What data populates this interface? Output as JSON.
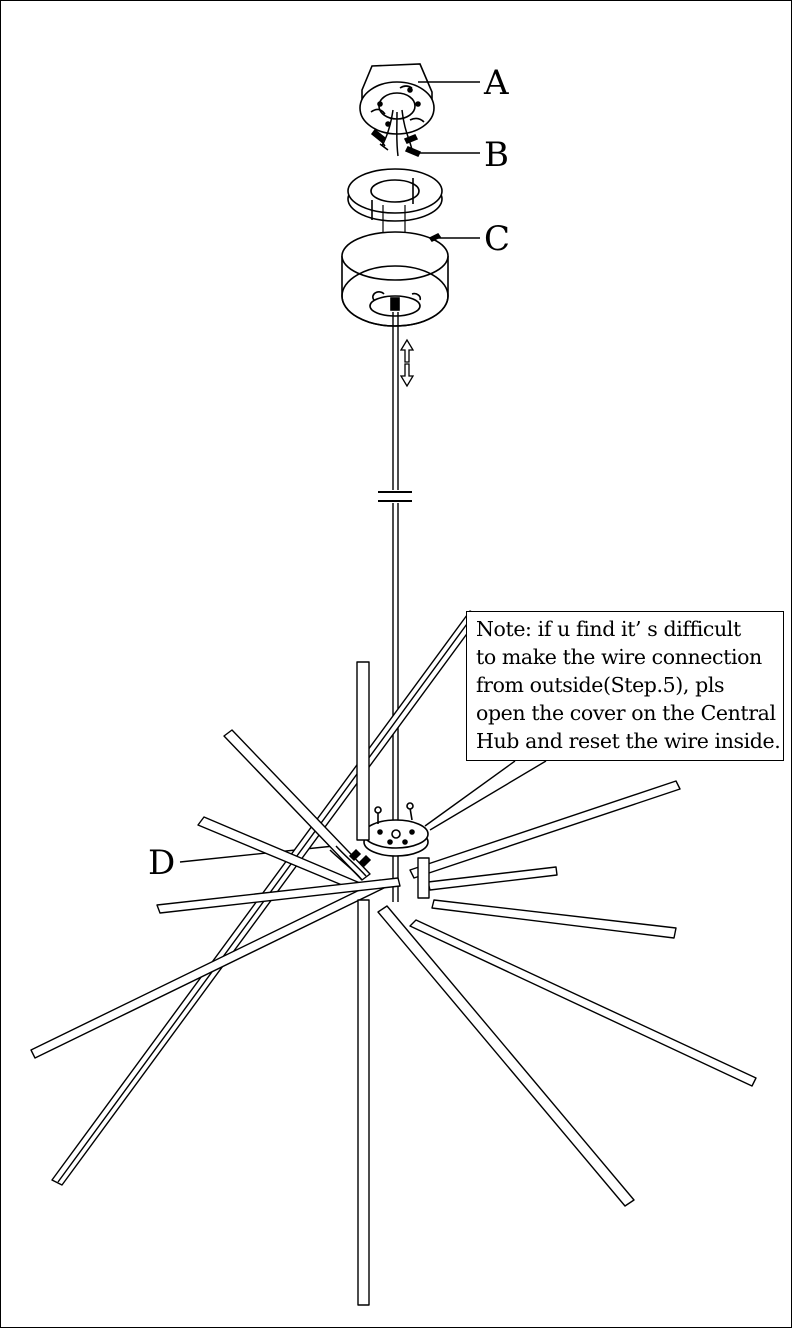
{
  "labels": {
    "a": "A",
    "b": "B",
    "c": "C",
    "d": "D"
  },
  "note": {
    "lines": [
      "Note: if u find it’ s difficult",
      "to make the wire connection",
      "from outside(Step.5),  pls",
      "open the cover on the Central",
      "Hub and reset the wire inside."
    ]
  }
}
